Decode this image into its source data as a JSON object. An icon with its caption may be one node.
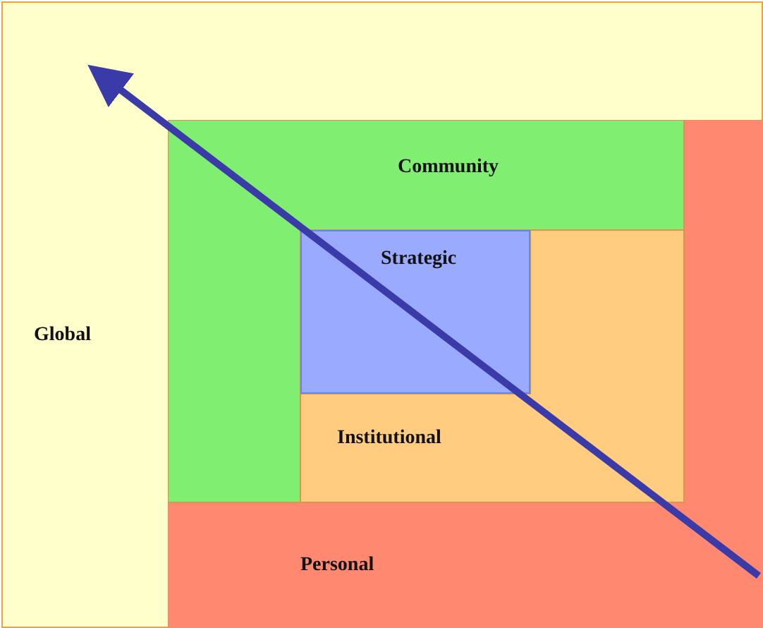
{
  "diagram": {
    "nodes": [
      {
        "text": [
          "Global"
        ]
      },
      {
        "text": [
          "Community"
        ],
        "in": 0
      },
      {
        "text": [
          "Strategic"
        ],
        "in": 0
      },
      {
        "text": [
          "Institutional"
        ],
        "in": 0
      },
      {
        "text": [
          "Personal"
        ],
        "in": 0
      }
    ],
    "edges": []
  }
}
